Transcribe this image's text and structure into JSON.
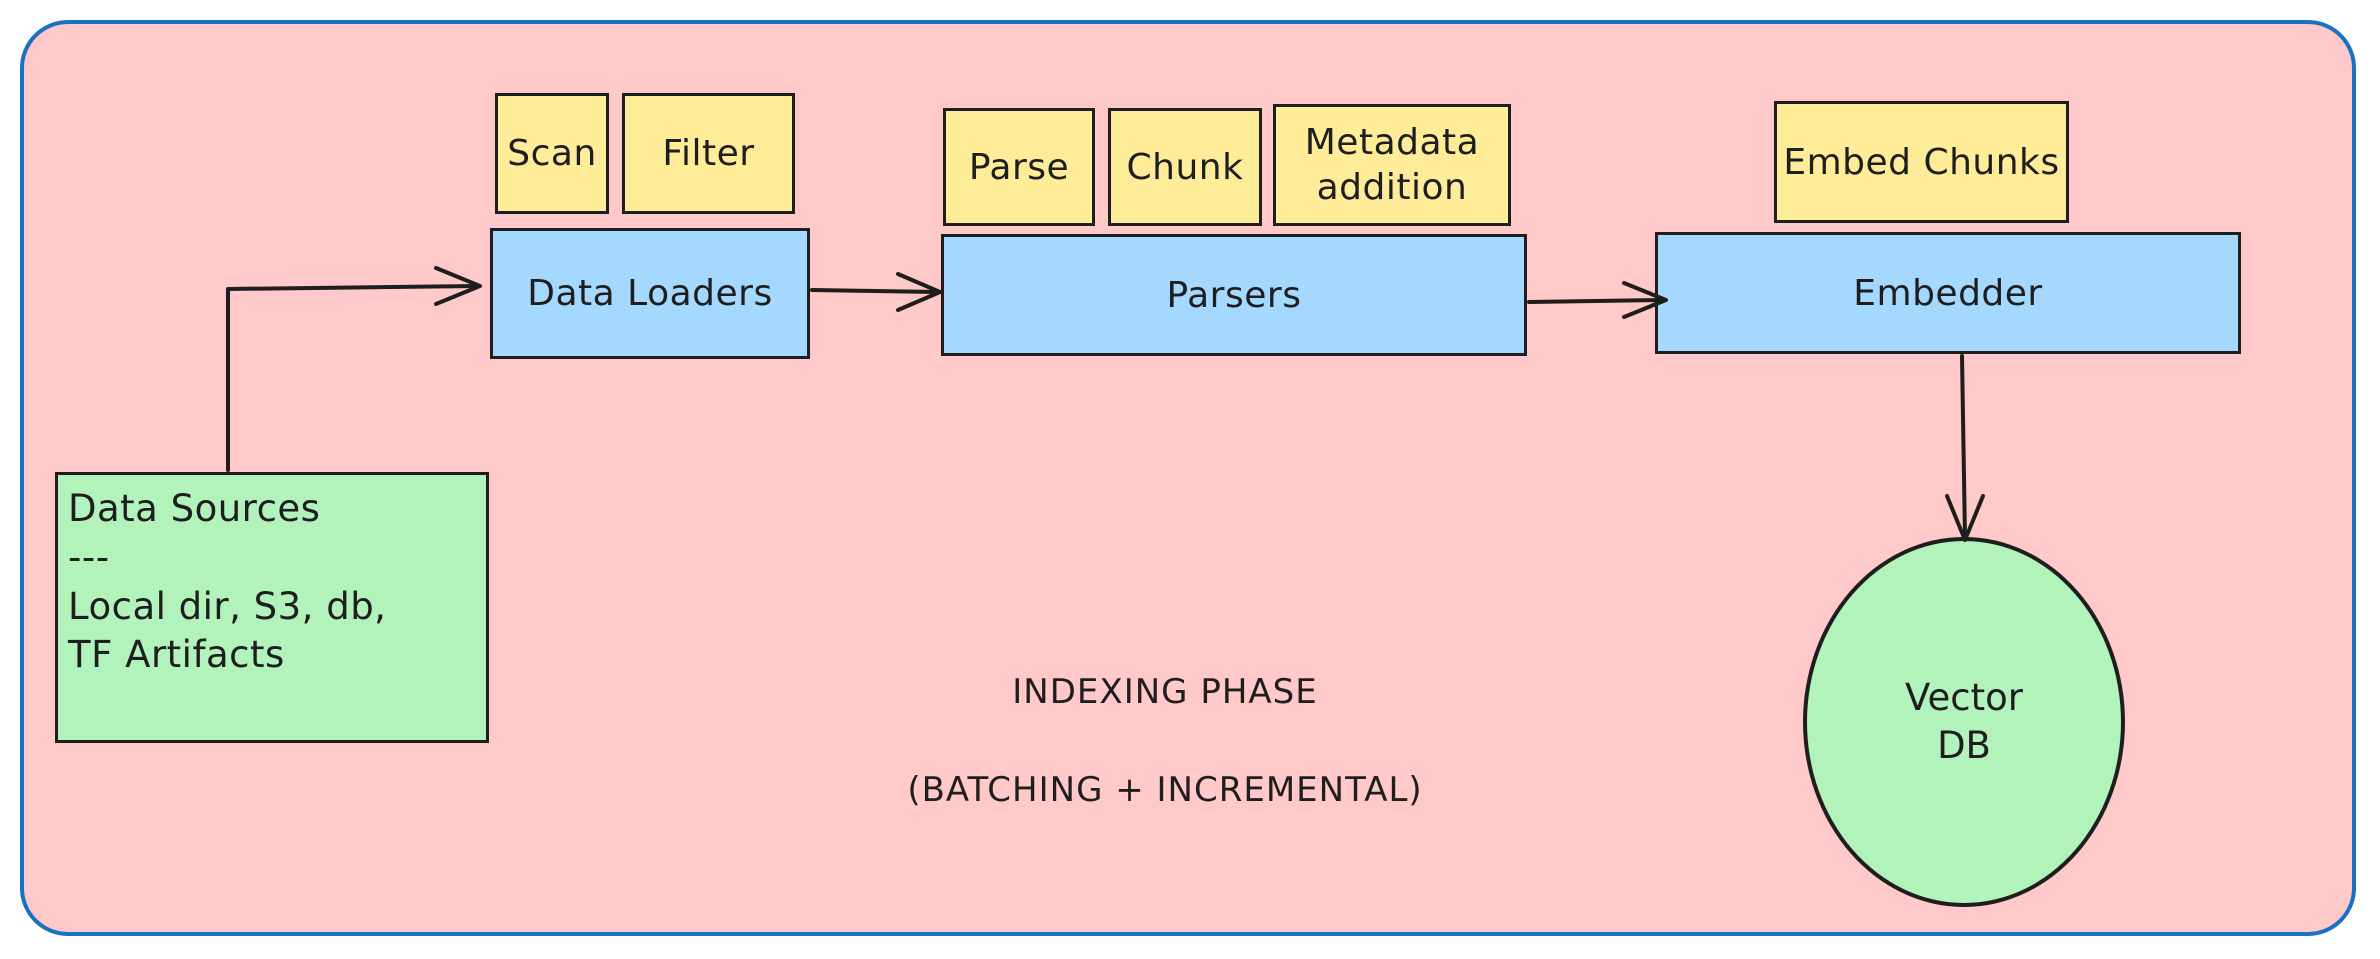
{
  "diagram": {
    "nodes": {
      "data_sources": {
        "line1": "Data Sources",
        "line2": "---",
        "line3": "Local dir, S3, db,",
        "line4": "TF Artifacts"
      },
      "data_loaders": "Data Loaders",
      "scan": "Scan",
      "filter": "Filter",
      "parsers": "Parsers",
      "parse": "Parse",
      "chunk": "Chunk",
      "metadata_line1": "Metadata",
      "metadata_line2": "addition",
      "embedder": "Embedder",
      "embed_chunks": "Embed Chunks",
      "vector_db_line1": "Vector",
      "vector_db_line2": "DB"
    },
    "captions": {
      "phase": "INDEXING PHASE",
      "mode": "(BATCHING + INCREMENTAL)"
    },
    "colors": {
      "panel_fill": "#ffc9c9",
      "panel_border": "#1971c2",
      "step_fill": "#ffec99",
      "stage_fill": "#a5d8ff",
      "endpoint_fill": "#b2f2bb",
      "stroke": "#1e1e1e"
    },
    "edges": [
      {
        "from": "data_sources",
        "to": "data_loaders"
      },
      {
        "from": "data_loaders",
        "to": "parsers"
      },
      {
        "from": "parsers",
        "to": "embedder"
      },
      {
        "from": "embedder",
        "to": "vector_db"
      }
    ]
  }
}
